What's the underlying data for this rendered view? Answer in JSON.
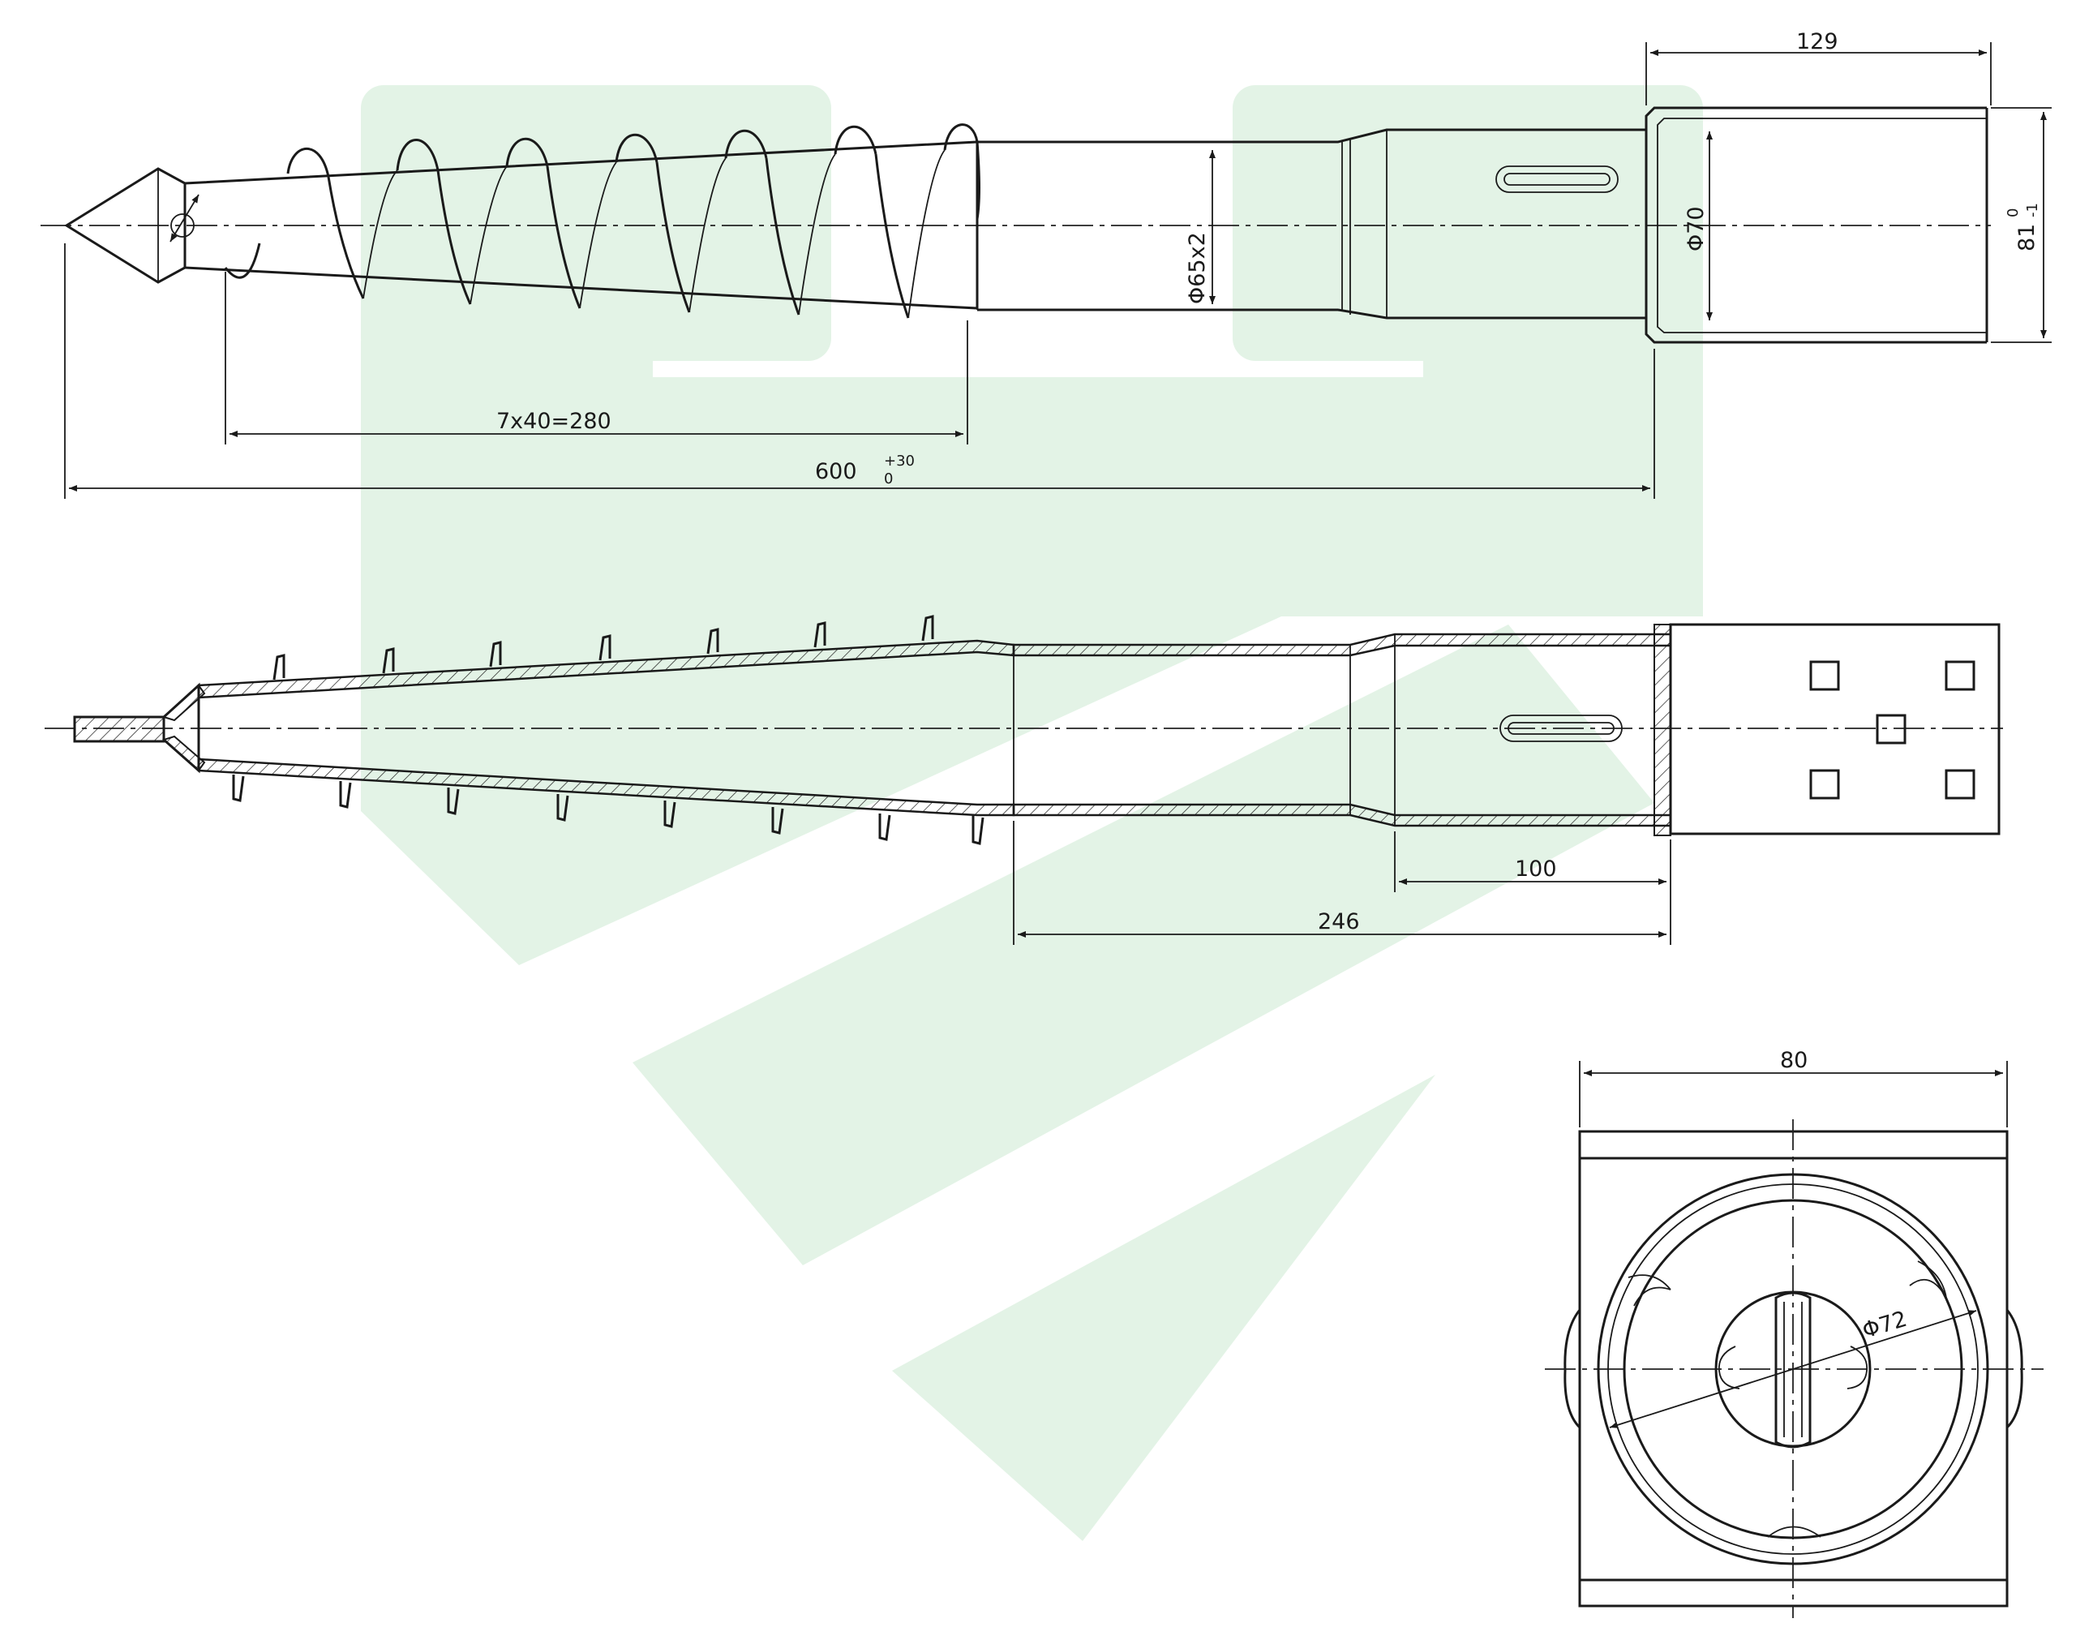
{
  "dimensions": {
    "top_right_width": "129",
    "square_height": "81",
    "square_tol_upper": "0",
    "square_tol_lower": "-1",
    "diameter_70": "Φ70",
    "diameter_65": "Φ65x2",
    "pitch": "7x40=280",
    "length": "600",
    "length_tol_upper": "+30",
    "length_tol_lower": "0",
    "dim_100": "100",
    "dim_246": "246",
    "dim_80": "80",
    "diameter_72": "Φ72"
  },
  "colors": {
    "watermark": "#e3f3e6",
    "line": "#1a1a1a"
  }
}
